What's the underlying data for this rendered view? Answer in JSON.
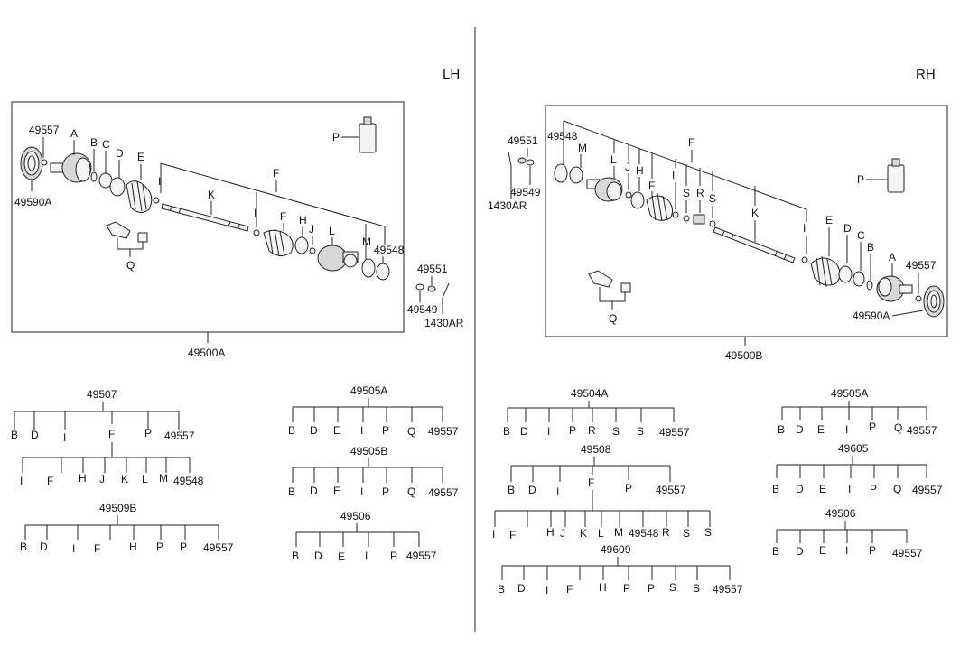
{
  "sides": {
    "lh": "LH",
    "rh": "RH"
  },
  "lh_callouts": {
    "c49557": "49557",
    "A": "A",
    "B": "B",
    "C": "C",
    "D": "D",
    "E": "E",
    "F1": "F",
    "K": "K",
    "I1": "I",
    "I2": "I",
    "F2": "F",
    "H": "H",
    "J": "J",
    "L": "L",
    "M": "M",
    "c49548": "49548",
    "c49590A": "49590A",
    "P": "P",
    "Q": "Q",
    "c49551": "49551",
    "c49549": "49549",
    "c1430AR": "1430AR",
    "assy": "49500A"
  },
  "rh_callouts": {
    "c49551": "49551",
    "c49549": "49549",
    "c1430AR": "1430AR",
    "c49548": "49548",
    "M": "M",
    "L": "L",
    "J": "J",
    "H": "H",
    "F1": "F",
    "F2": "F",
    "I1": "I",
    "I2": "I",
    "S1": "S",
    "R": "R",
    "S2": "S",
    "K": "K",
    "E": "E",
    "D": "D",
    "C": "C",
    "B": "B",
    "A": "A",
    "c49557": "49557",
    "c49590A": "49590A",
    "P": "P",
    "Q": "Q",
    "assy": "49500B"
  },
  "kits": {
    "k49507": {
      "title": "49507",
      "row1": [
        "B",
        "D",
        "I",
        "P",
        "49557"
      ],
      "f": "F",
      "row2": [
        "I",
        "F",
        "H",
        "J",
        "K",
        "L",
        "M",
        "49548"
      ]
    },
    "k49509B": {
      "title": "49509B",
      "items": [
        "B",
        "D",
        "I",
        "F",
        "H",
        "P",
        "P",
        "49557"
      ]
    },
    "k49505A_lh": {
      "title": "49505A",
      "items": [
        "B",
        "D",
        "E",
        "I",
        "P",
        "Q",
        "49557"
      ]
    },
    "k49505B": {
      "title": "49505B",
      "items": [
        "B",
        "D",
        "E",
        "I",
        "P",
        "Q",
        "49557"
      ]
    },
    "k49506_lh": {
      "title": "49506",
      "items": [
        "B",
        "D",
        "E",
        "I",
        "P",
        "49557"
      ]
    },
    "k49504A": {
      "title": "49504A",
      "items": [
        "B",
        "D",
        "I",
        "P",
        "R",
        "S",
        "S",
        "49557"
      ]
    },
    "k49508": {
      "title": "49508",
      "row1": [
        "B",
        "D",
        "I",
        "P",
        "49557"
      ],
      "f": "F",
      "row2": [
        "I",
        "F",
        "H",
        "J",
        "K",
        "L",
        "M",
        "49548",
        "R",
        "S",
        "S"
      ]
    },
    "k49609": {
      "title": "49609",
      "items": [
        "B",
        "D",
        "I",
        "F",
        "H",
        "P",
        "P",
        "S",
        "S",
        "49557"
      ]
    },
    "k49505A_rh": {
      "title": "49505A",
      "items": [
        "B",
        "D",
        "E",
        "I",
        "P",
        "Q",
        "49557"
      ]
    },
    "k49605": {
      "title": "49605",
      "items": [
        "B",
        "D",
        "E",
        "I",
        "P",
        "Q",
        "49557"
      ]
    },
    "k49506_rh": {
      "title": "49506",
      "items": [
        "B",
        "D",
        "E",
        "I",
        "P",
        "49557"
      ]
    }
  }
}
